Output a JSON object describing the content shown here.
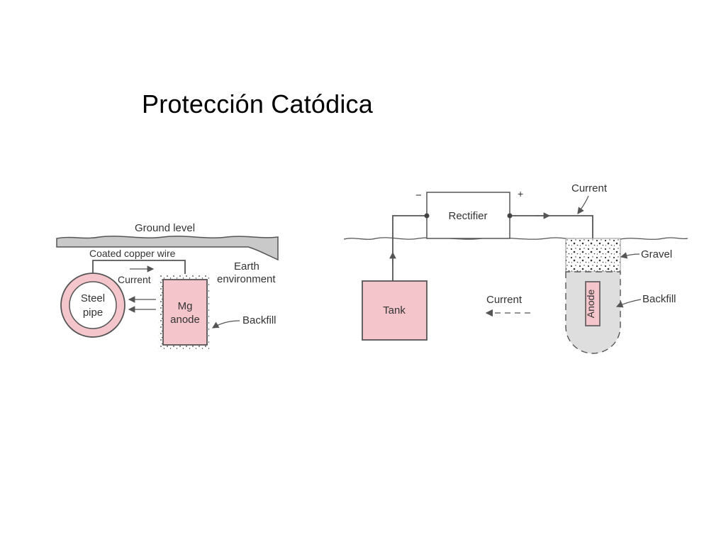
{
  "title": "Protección Catódica",
  "colors": {
    "anode_fill": "#f4c6cc",
    "ground_fill": "#c9c9c9",
    "backfill_fill": "#dedede",
    "line": "#555555",
    "background": "#ffffff"
  },
  "left_diagram": {
    "ground_level": "Ground level",
    "coated_wire": "Coated copper wire",
    "earth_line1": "Earth",
    "earth_line2": "environment",
    "current": "Current",
    "steel_line1": "Steel",
    "steel_line2": "pipe",
    "mg_line1": "Mg",
    "mg_line2": "anode",
    "backfill": "Backfill"
  },
  "right_diagram": {
    "minus": "−",
    "plus": "+",
    "rectifier": "Rectifier",
    "current_top": "Current",
    "gravel": "Gravel",
    "tank": "Tank",
    "current_mid": "Current",
    "anode": "Anode",
    "backfill": "Backfill"
  }
}
